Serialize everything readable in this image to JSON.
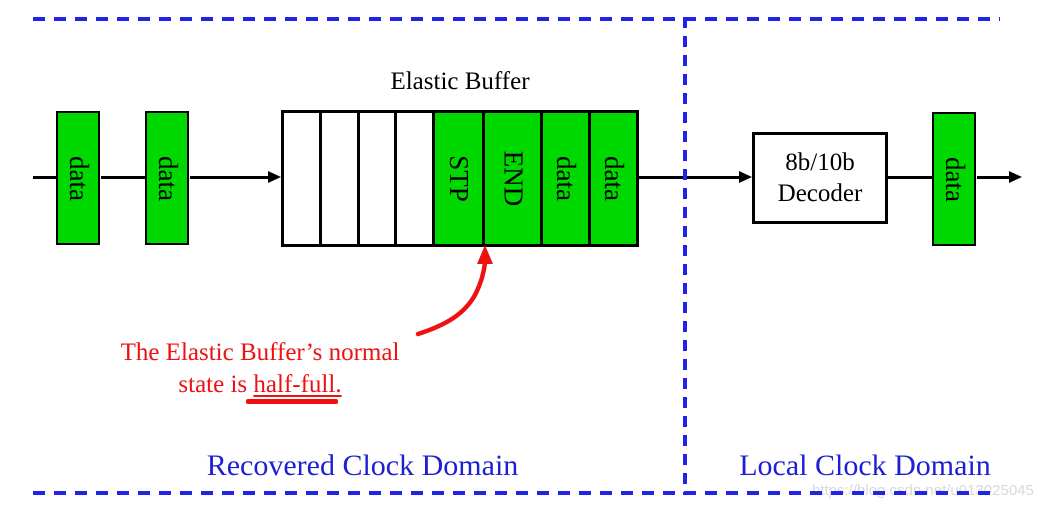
{
  "colors": {
    "green": "#00d900",
    "blue_dash": "#2323e8",
    "blue_text": "#1e1ed2",
    "red": "#ee1111",
    "black": "#000000",
    "watermark_gray": "#d9d9d9"
  },
  "title": "Elastic Buffer",
  "input_blocks": [
    {
      "label": "data"
    },
    {
      "label": "data"
    }
  ],
  "elastic_buffer": {
    "cells": [
      {
        "label": "",
        "filled": false
      },
      {
        "label": "",
        "filled": false
      },
      {
        "label": "",
        "filled": false
      },
      {
        "label": "",
        "filled": false
      },
      {
        "label": "STP",
        "filled": true
      },
      {
        "label": "END",
        "filled": true
      },
      {
        "label": "data",
        "filled": true
      },
      {
        "label": "data",
        "filled": true
      }
    ]
  },
  "decoder": {
    "line1": "8b/10b",
    "line2": "Decoder"
  },
  "output_block": {
    "label": "data"
  },
  "annotation": {
    "line1": "The Elastic Buffer’s normal",
    "line2_prefix": "state is ",
    "line2_underlined": "half-full."
  },
  "domains": {
    "recovered": "Recovered Clock Domain",
    "local": "Local Clock Domain"
  },
  "watermark": "https://blog.csdn.net/u013025045"
}
